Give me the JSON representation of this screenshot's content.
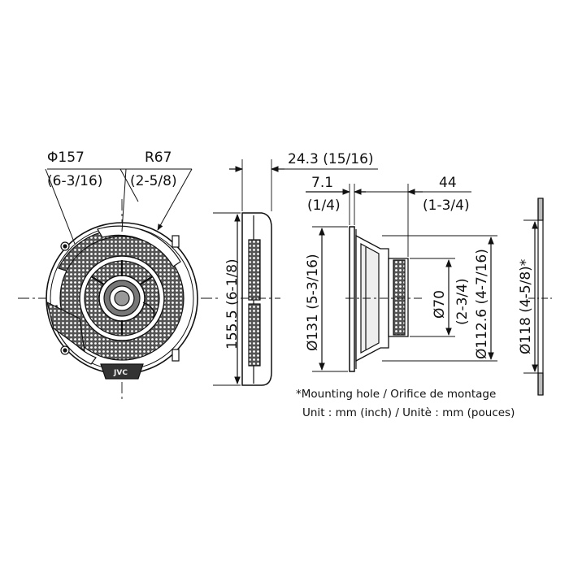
{
  "front_view": {
    "diameter_mm": "Φ157",
    "diameter_in": "(6-3/16)",
    "radius_mm": "R67",
    "radius_in": "(2-5/8)",
    "brand_logo": "JVC"
  },
  "side_view": {
    "depth_mm": "24.3 (15/16)",
    "height_label": "155.5 (6-1/8)"
  },
  "profile_view": {
    "flange_mm": "7.1",
    "flange_in": "(1/4)",
    "depth_mm": "44",
    "depth_in": "(1-3/4)",
    "outer_diameter_label": "Ø131 (5-3/16)",
    "magnet_mm": "Ø70",
    "magnet_in": "(2-3/4)",
    "basket_diameter_label": "Ø112.6 (4-7/16)"
  },
  "mounting": {
    "hole_label": "Ø118 (4-5/8)*"
  },
  "notes": {
    "mounting_note": "*Mounting hole / Orifice de montage",
    "unit_note": "Unit : mm (inch) / Unitè : mm (pouces)"
  },
  "colors": {
    "ink": "#111111",
    "grille": "#555555",
    "paper": "#ffffff"
  }
}
